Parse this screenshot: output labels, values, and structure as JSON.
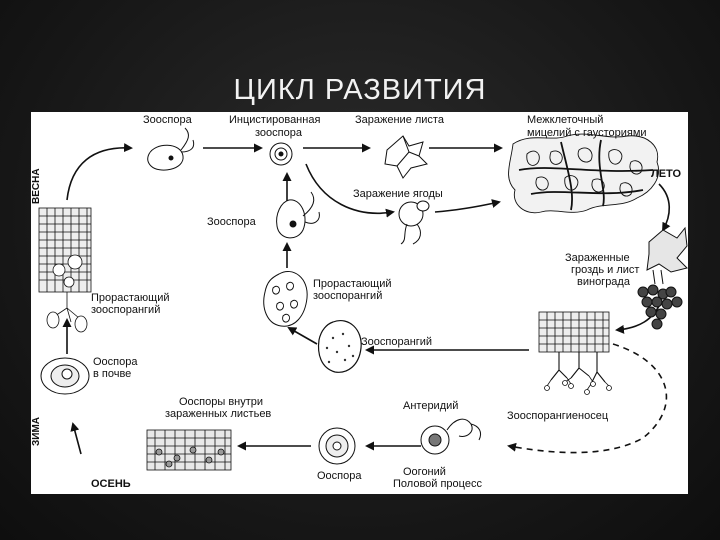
{
  "slide": {
    "title": "ЦИКЛ РАЗВИТИЯ"
  },
  "labels": {
    "zoospore_top": "Зооспора",
    "encysted_1": "Инцистированная",
    "encysted_2": "зооспора",
    "leaf_infection": "Заражение листа",
    "mycelium_1": "Межклеточный",
    "mycelium_2": "мицелий с гаусториями",
    "summer": "ЛЕТО",
    "berry_infection": "Заражение ягоды",
    "zoospore_mid": "Зооспора",
    "infected_1": "Зараженные",
    "infected_2": "гроздь и лист",
    "infected_3": "винограда",
    "germ_top_1": "Прорастающий",
    "germ_top_2": "зооспорангий",
    "germ_left_1": "Прорастающий",
    "germ_left_2": "зооспорангий",
    "zoosporangium": "Зооспорангий",
    "oospore_soil_1": "Ооспора",
    "oospore_soil_2": "в почве",
    "inside_leaves_1": "Ооспоры внутри",
    "inside_leaves_2": "зараженных листьев",
    "antheridium": "Антеридий",
    "sporangiophore": "Зооспорангиеносец",
    "oospore_bottom": "Ооспора",
    "oogonium": "Оогоний",
    "sexual_process": "Половой процесс",
    "spring": "ВЕСНА",
    "winter": "ЗИМА",
    "autumn": "ОСЕНЬ"
  }
}
